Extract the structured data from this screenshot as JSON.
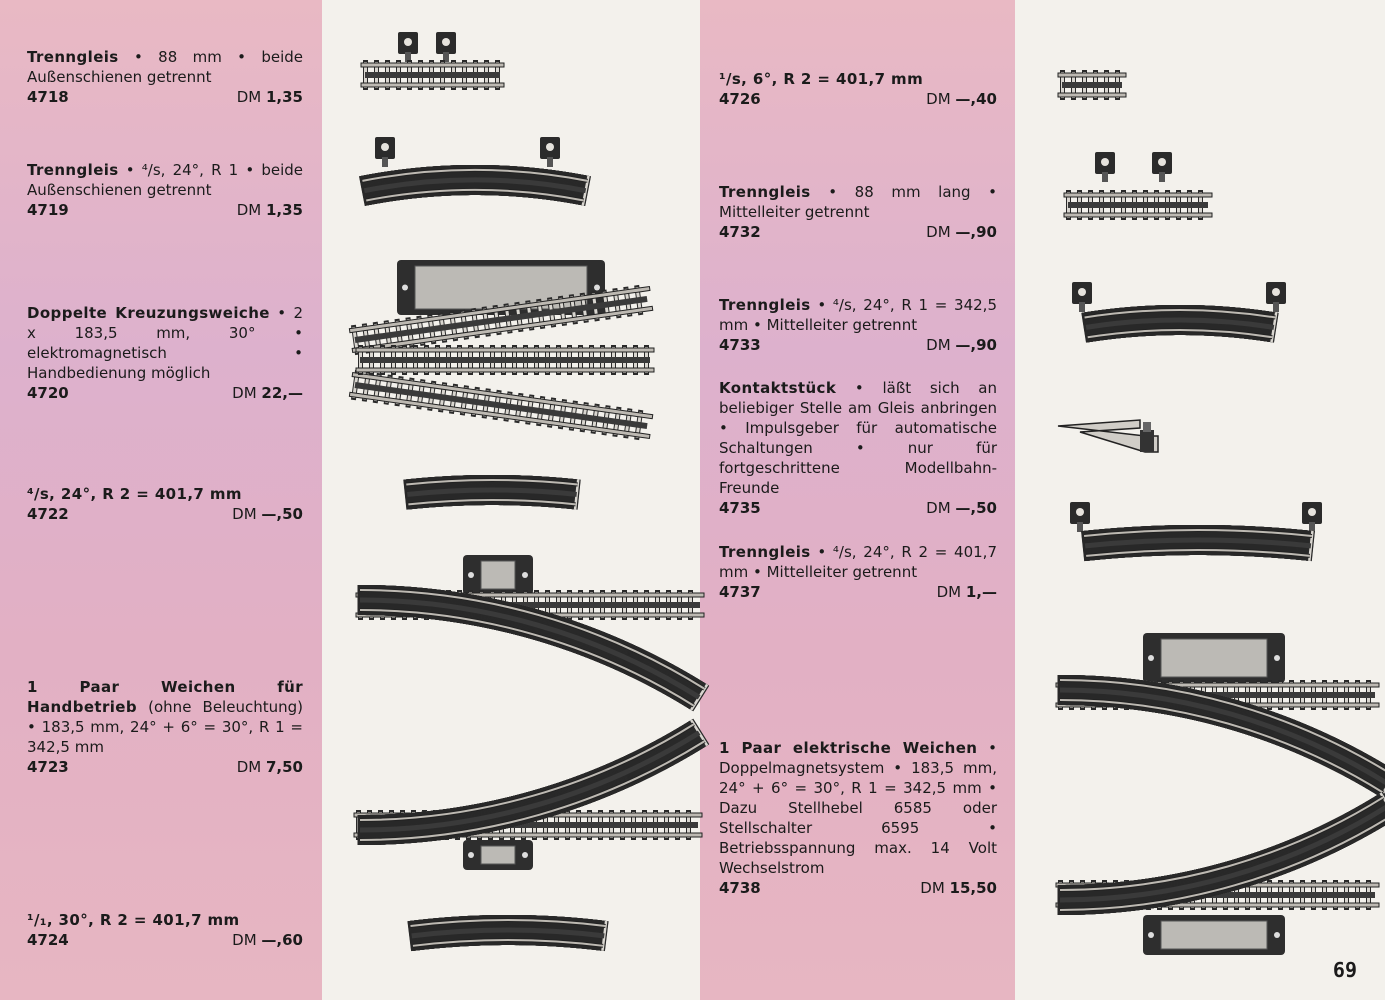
{
  "page_number": "69",
  "left": [
    {
      "title": "Trenngleis",
      "desc": " • 88 mm • beide Außenschienen getrennt",
      "num": "4718",
      "price_prefix": "DM ",
      "price": "1,35"
    },
    {
      "title": "Trenngleis",
      "desc": " • ⁴/s, 24°, R 1 • beide Außenschienen getrennt",
      "num": "4719",
      "price_prefix": "DM ",
      "price": "1,35"
    },
    {
      "title": "Doppelte Kreuzungsweiche",
      "desc": " • 2 x 183,5 mm, 30° • elektromagnetisch • Handbedienung möglich",
      "num": "4720",
      "price_prefix": "DM ",
      "price": "22,—"
    },
    {
      "title": "⁴/s, 24°, R 2 = 401,7 mm",
      "desc": "",
      "num": "4722",
      "price_prefix": "DM ",
      "price": "—,50"
    },
    {
      "title": "1 Paar Weichen für Handbetrieb",
      "desc": " (ohne Beleuchtung) • 183,5 mm, 24° + 6° = 30°, R 1 = 342,5 mm",
      "num": "4723",
      "price_prefix": "DM ",
      "price": "7,50"
    },
    {
      "title": "¹/₁, 30°, R 2 = 401,7 mm",
      "desc": "",
      "num": "4724",
      "price_prefix": "DM ",
      "price": "—,60"
    }
  ],
  "right": [
    {
      "title": "¹/s, 6°, R 2 = 401,7 mm",
      "desc": "",
      "num": "4726",
      "price_prefix": "DM ",
      "price": "—,40"
    },
    {
      "title": "Trenngleis",
      "desc": " • 88 mm lang • Mittelleiter getrennt",
      "num": "4732",
      "price_prefix": "DM ",
      "price": "—,90"
    },
    {
      "title": "Trenngleis",
      "desc": " • ⁴/s, 24°, R 1 = 342,5 mm • Mittelleiter getrennt",
      "num": "4733",
      "price_prefix": "DM ",
      "price": "—,90"
    },
    {
      "title": "Kontaktstück",
      "desc": " • läßt sich an beliebiger Stelle am Gleis anbringen • Impulsgeber für automatische Schaltungen • nur für fortgeschrittene Modellbahn-Freunde",
      "num": "4735",
      "price_prefix": "DM ",
      "price": "—,50"
    },
    {
      "title": "Trenngleis",
      "desc": " • ⁴/s, 24°, R 2 = 401,7 mm • Mittelleiter getrennt",
      "num": "4737",
      "price_prefix": "DM ",
      "price": "1,—"
    },
    {
      "title": "1 Paar elektrische Weichen",
      "desc": " • Doppelmagnetsystem • 183,5 mm, 24° + 6° = 30°, R 1 = 342,5 mm • Dazu Stellhebel 6585 oder Stellschalter 6595 • Betriebsspannung max. 14 Volt Wechselstrom",
      "num": "4738",
      "price_prefix": "DM ",
      "price": "15,50"
    }
  ]
}
